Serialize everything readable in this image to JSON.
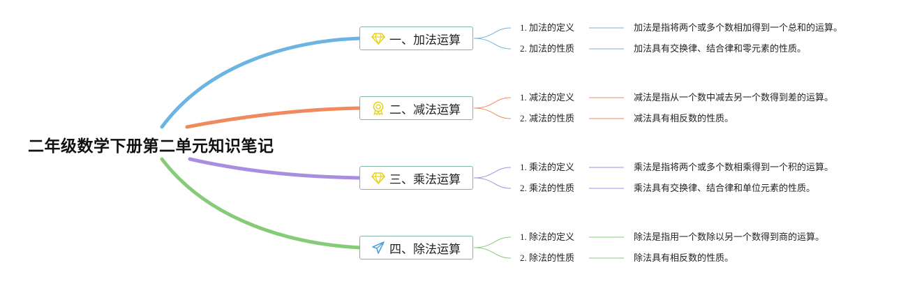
{
  "title": "二年级数学下册第二单元知识笔记",
  "colors": {
    "branch_add": "#6cb5e3",
    "branch_sub": "#f08a5d",
    "branch_mul": "#a98ee0",
    "branch_div": "#86cc78",
    "box_border": "#82b5a6",
    "icon_yellow": "#e7d21b",
    "icon_blue": "#4ba3d6"
  },
  "branches": [
    {
      "label": "一、加法运算",
      "icon": "diamond-icon",
      "items": [
        {
          "label": "1. 加法的定义",
          "detail": "加法是指将两个或多个数相加得到一个总和的运算。"
        },
        {
          "label": "2. 加法的性质",
          "detail": "加法具有交换律、结合律和零元素的性质。"
        }
      ]
    },
    {
      "label": "二、减法运算",
      "icon": "award-icon",
      "items": [
        {
          "label": "1. 减法的定义",
          "detail": "减法是指从一个数中减去另一个数得到差的运算。"
        },
        {
          "label": "2. 减法的性质",
          "detail": "减法具有相反数的性质。"
        }
      ]
    },
    {
      "label": "三、乘法运算",
      "icon": "diamond-icon",
      "items": [
        {
          "label": "1. 乘法的定义",
          "detail": "乘法是指将两个或多个数相乘得到一个积的运算。"
        },
        {
          "label": "2. 乘法的性质",
          "detail": "乘法具有交换律、结合律和单位元素的性质。"
        }
      ]
    },
    {
      "label": "四、除法运算",
      "icon": "paper-plane-icon",
      "items": [
        {
          "label": "1. 除法的定义",
          "detail": "除法是指用一个数除以另一个数得到商的运算。"
        },
        {
          "label": "2. 除法的性质",
          "detail": "除法具有相反数的性质。"
        }
      ]
    }
  ]
}
